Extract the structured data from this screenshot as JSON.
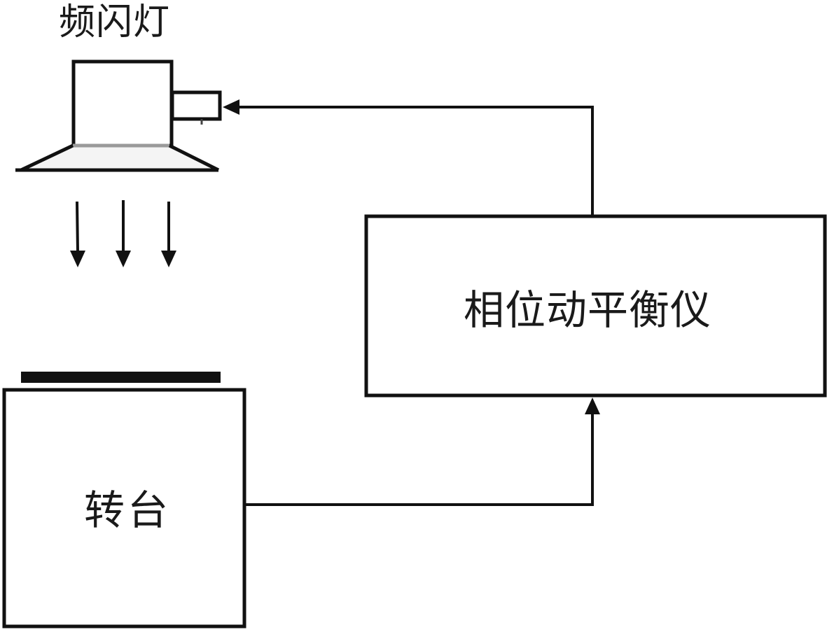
{
  "labels": {
    "strobe_light": "频闪灯",
    "phase_balancer": "相位动平衡仪",
    "turntable": "转台"
  },
  "colors": {
    "stroke": "#111111",
    "background": "#ffffff",
    "lamp_shade_fill": "#f4f4f4",
    "lamp_shade_shadow": "#9a9a9a"
  }
}
